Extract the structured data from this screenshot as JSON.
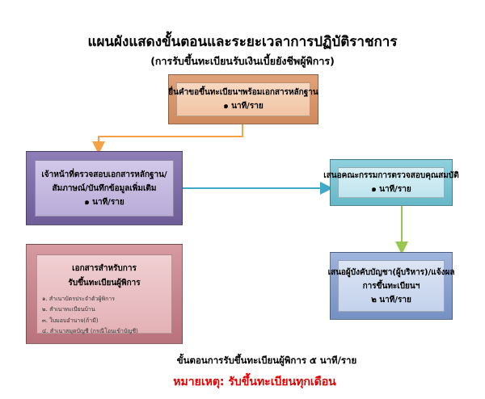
{
  "title": "แผนผังแสดงขั้นตอนและระยะเวลาการปฏิบัติราชการ",
  "subtitle": "(การรับขึ้นทะเบียนรับเงินเบี้ยยังชีพผู้พิการ)",
  "steps": {
    "submit": {
      "line1": "ยื่นคำขอขึ้นทะเบียนฯพร้อมเอกสารหลักฐาน",
      "time": "๑ นาที/ราย"
    },
    "officer": {
      "line1": "เจ้าหน้าที่ตรวจสอบเอกสารหลักฐาน/",
      "line2": "สัมภาษณ์/บันทึกข้อมูลเพิ่มเติม",
      "time": "๑  นาที/ราย"
    },
    "committee": {
      "line1": "เสนอคณะกรรมการตรวจสอบคุณสมบัติ",
      "time": "๑  นาที/ราย"
    },
    "chief": {
      "line1": "เสนอผู้บังคับบัญชา(ผู้บริหาร)/แจ้งผล",
      "line2": "การขึ้นทะเบียนฯ",
      "time": "๒ นาที/ราย"
    }
  },
  "documents": {
    "heading1": "เอกสารสำหรับการ",
    "heading2": "รับขึ้นทะเบียนผู้พิการ",
    "items": [
      "๑. สำเนาบัตรประจำตัวผู้พิการ",
      "๒. สำเนาทะเบียนบ้าน",
      "๓. ใบมอบอำนาจ(ถ้ามี)",
      "๔. สำเนาสมุดบัญชี (กรณีโอนเข้าบัญชี)"
    ]
  },
  "summary": "ขั้นตอนการรับขึ้นทะเบียนผู้พิการ  ๕ นาที/ราย",
  "note": "หมายเหตุ: รับขึ้นทะเบียนทุกเดือน",
  "colors": {
    "arrow_orange": "#f5a147",
    "arrow_teal": "#3fa9c7",
    "arrow_green": "#9ac74f",
    "note_red": "#e60000"
  }
}
